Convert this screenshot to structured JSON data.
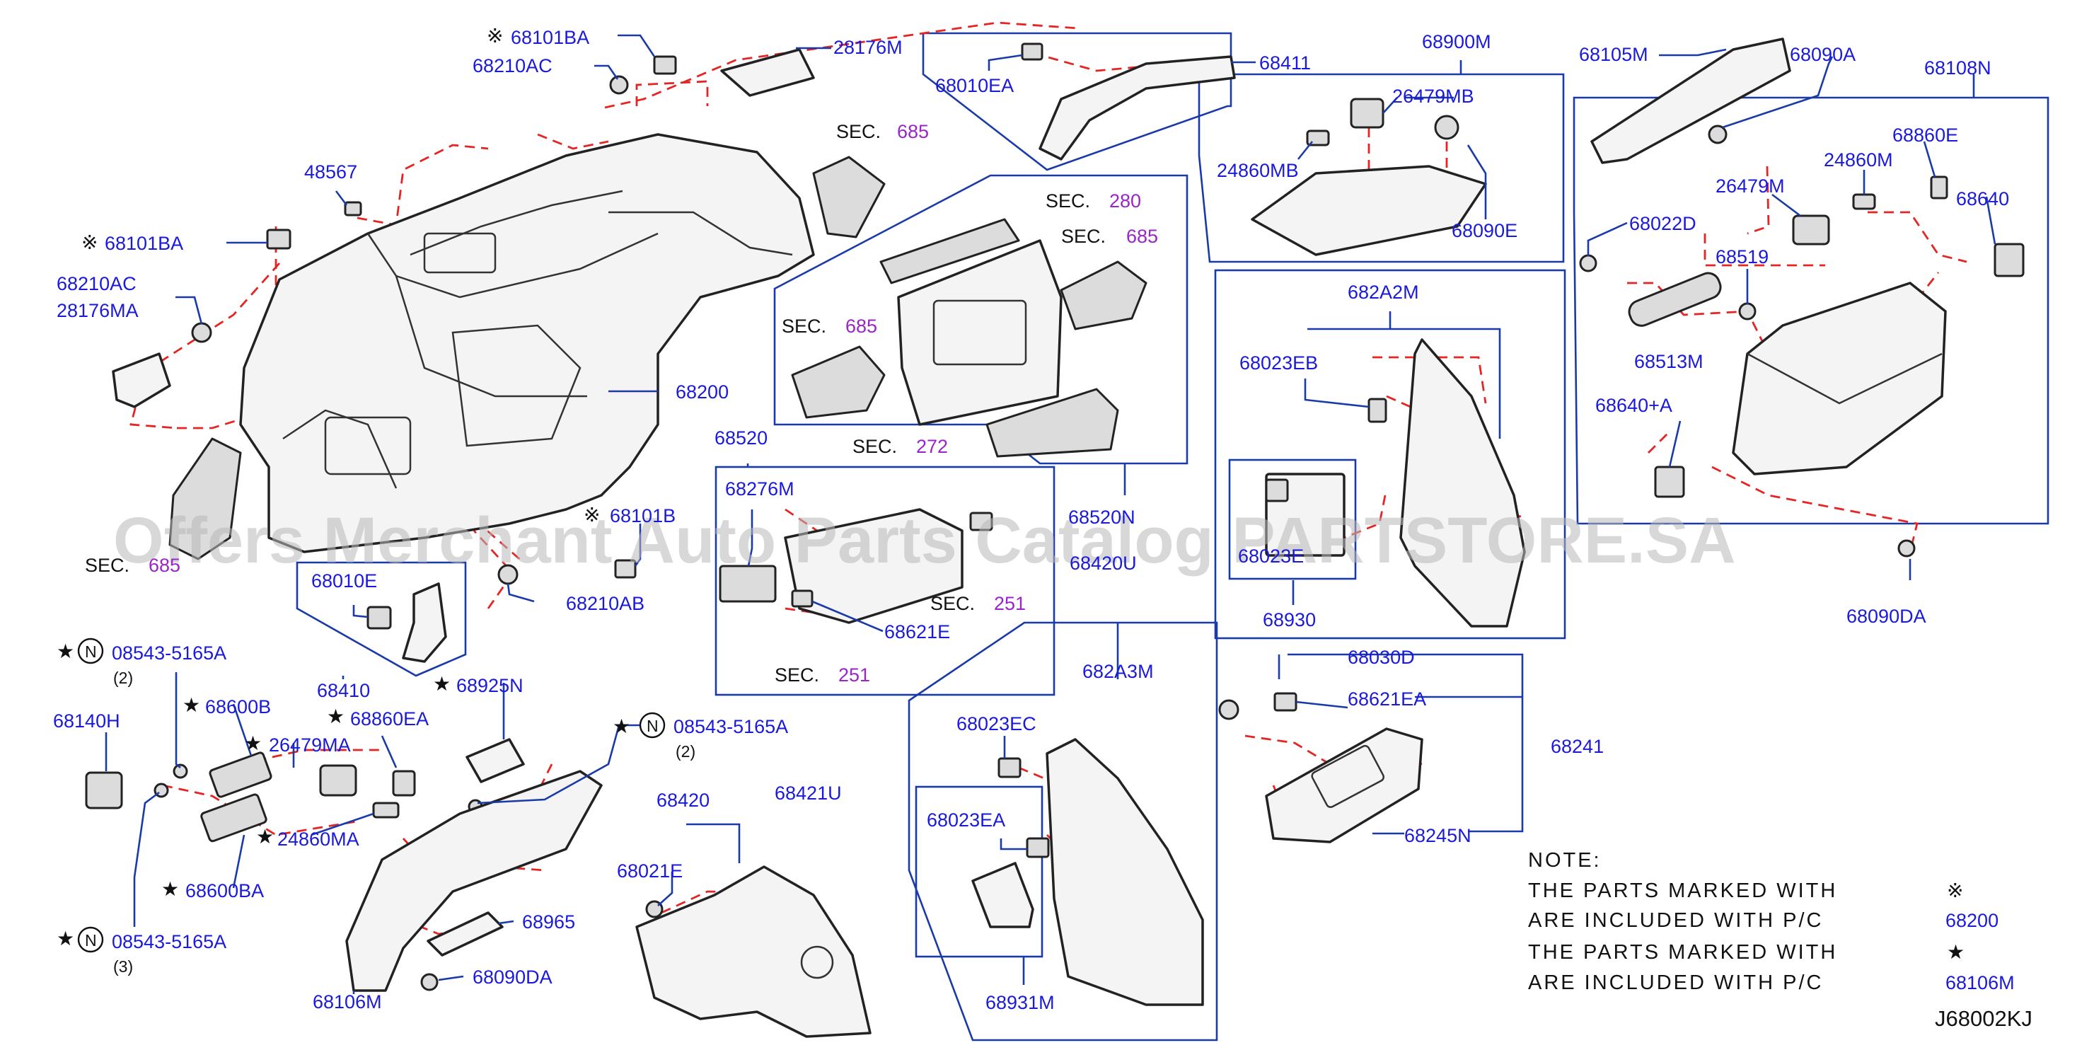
{
  "labels": {
    "p68101BA_a": "68101BA",
    "p68210AC_a": "68210AC",
    "p28176M": "28176M",
    "p68010EA": "68010EA",
    "p68411": "68411",
    "p68900M": "68900M",
    "p26479MB": "26479MB",
    "p24860MB": "24860MB",
    "p68090E": "68090E",
    "p68105M": "68105M",
    "p68090A": "68090A",
    "p68108N": "68108N",
    "p68860E": "68860E",
    "p24860M": "24860M",
    "p26479M": "26479M",
    "p68640": "68640",
    "p68022D": "68022D",
    "p68519": "68519",
    "p68513M": "68513M",
    "p68640A": "68640+A",
    "p68090DA_r": "68090DA",
    "p48567": "48567",
    "p68101BA_b": "68101BA",
    "p68210AC_b": "68210AC",
    "p28176MA": "28176MA",
    "p68200": "68200",
    "p68520": "68520",
    "p68276M": "68276M",
    "p68621E": "68621E",
    "p68520N": "68520N",
    "p68420U": "68420U",
    "p682A2M": "682A2M",
    "p68023EB": "68023EB",
    "p68023E": "68023E",
    "p68930": "68930",
    "p68101B": "68101B",
    "p68010E": "68010E",
    "p68210AB": "68210AB",
    "p68410": "68410",
    "p68030D": "68030D",
    "p68621EA": "68621EA",
    "p68241": "68241",
    "p68245N": "68245N",
    "p682A3M": "682A3M",
    "p68023EC": "68023EC",
    "p68023EA": "68023EA",
    "p68421U": "68421U",
    "p68931M": "68931M",
    "p68420": "68420",
    "p68021E": "68021E",
    "p08543_a": "08543-5165A",
    "p08543_b": "08543-5165A",
    "p08543_c": "08543-5165A",
    "p68140H": "68140H",
    "p68600B": "68600B",
    "p26479MA": "26479MA",
    "p68860EA": "68860EA",
    "p68925N": "68925N",
    "p24860MA": "24860MA",
    "p68600BA": "68600BA",
    "p68965": "68965",
    "p68090DA_b": "68090DA",
    "p68106M": "68106M"
  },
  "qty": {
    "q2a": "(2)",
    "q2b": "(2)",
    "q3": "(3)"
  },
  "sec": {
    "word": "SEC.",
    "n685a": "685",
    "n280": "280",
    "n685b": "685",
    "n685c": "685",
    "n272": "272",
    "n685d": "685",
    "n251a": "251",
    "n251b": "251"
  },
  "symbols": {
    "kome": "※",
    "star": "★",
    "n": "N"
  },
  "note": {
    "title": "NOTE:",
    "line1": "THE  PARTS  MARKED  WITH",
    "line2": "ARE  INCLUDED  WITH  P/C",
    "line3": "THE  PARTS  MARKED  WITH",
    "line4": "ARE  INCLUDED  WITH  P/C",
    "ref1": "68200",
    "ref2": "68106M"
  },
  "diagram_code": "J68002KJ",
  "watermark": "Offers Merchant Auto Parts Catalog PARTSTORE.SA",
  "colors": {
    "label": "#1a1adb",
    "leader": "#1a3aa8",
    "dash": "#e52424",
    "sec_number": "#9a25c9"
  }
}
